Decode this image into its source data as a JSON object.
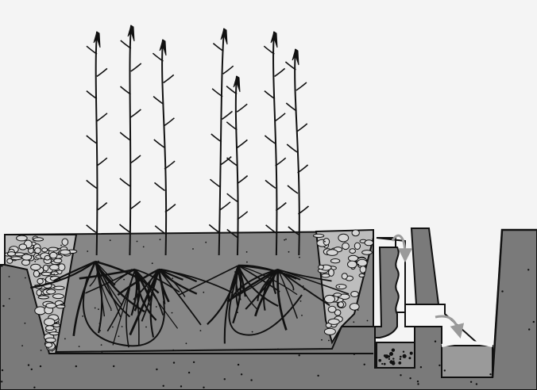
{
  "diagram": {
    "subject": "constructed-wetland-cross-section",
    "colors": {
      "sky": "#f4f4f4",
      "soil": "#7a7a7a",
      "bed": "#8a8a8a",
      "gravel_fill": "#bdbdbd",
      "ink": "#111111",
      "water": "#f7f7f7",
      "arrow": "#9a9a9a"
    },
    "components": [
      {
        "id": "inlet-gravel-zone",
        "icon": "gravel"
      },
      {
        "id": "planted-bed",
        "icon": "reed-plant"
      },
      {
        "id": "outlet-gravel-zone",
        "icon": "gravel"
      },
      {
        "id": "outlet-standpipe",
        "icon": "pipe"
      },
      {
        "id": "weir-wall",
        "icon": "wall"
      },
      {
        "id": "outlet-channel",
        "icon": "channel"
      },
      {
        "id": "receiving-basin",
        "icon": "basin"
      }
    ],
    "plants": [
      {
        "id": "reed-1"
      },
      {
        "id": "reed-2"
      },
      {
        "id": "reed-3"
      },
      {
        "id": "reed-4"
      },
      {
        "id": "reed-5"
      },
      {
        "id": "reed-6"
      },
      {
        "id": "reed-7"
      }
    ],
    "flow_arrows": [
      {
        "id": "flow-arrow-down-pipe"
      },
      {
        "id": "flow-arrow-into-basin"
      }
    ]
  }
}
